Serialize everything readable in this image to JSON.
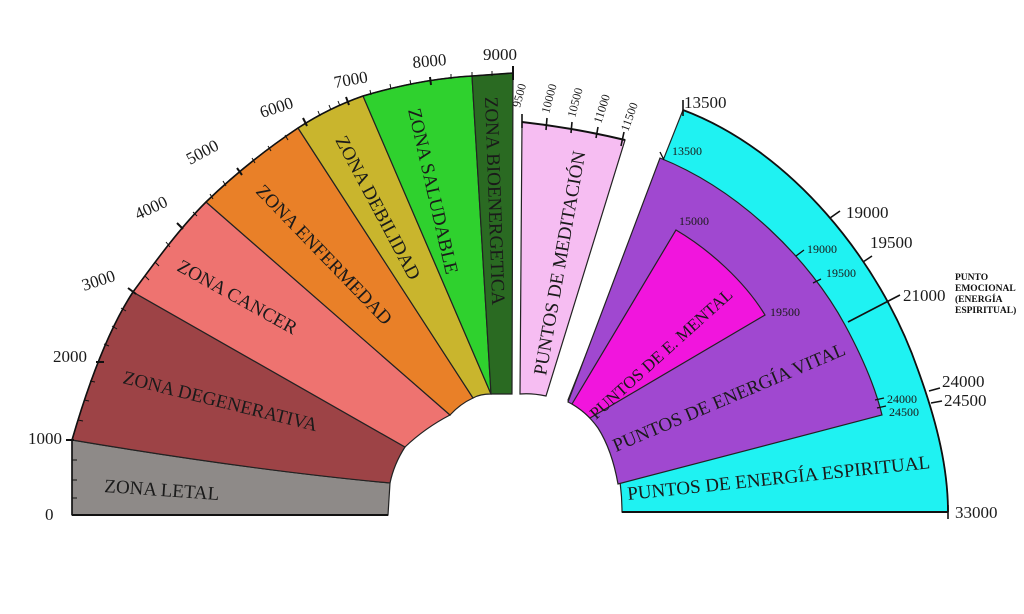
{
  "zones": [
    {
      "id": "letal",
      "label": "ZONA LETAL",
      "color": "#8e8a88"
    },
    {
      "id": "degenerativa",
      "label": "ZONA DEGENERATIVA",
      "color": "#9d4346"
    },
    {
      "id": "cancer",
      "label": "ZONA CANCER",
      "color": "#ee7370"
    },
    {
      "id": "enfermedad",
      "label": "ZONA ENFERMEDAD",
      "color": "#e98028"
    },
    {
      "id": "debilidad",
      "label": "ZONA DEBILIDAD",
      "color": "#c9b52d"
    },
    {
      "id": "saludable",
      "label": "ZONA SALUDABLE",
      "color": "#2fd12e"
    },
    {
      "id": "bioenergetica",
      "label": "ZONA BIOENERGETICA",
      "color": "#2a6a22"
    },
    {
      "id": "meditacion",
      "label": "PUNTOS DE MEDITACIÓN",
      "color": "#f6bdf2"
    },
    {
      "id": "espiritual",
      "label": "PUNTOS DE ENERGÍA ESPIRITUAL",
      "color": "#1ff2f2"
    },
    {
      "id": "vital",
      "label": "PUNTOS DE ENERGÍA VITAL",
      "color": "#a048d0"
    },
    {
      "id": "mental",
      "label": "PUNTOS DE E. MENTAL",
      "color": "#f115dd"
    }
  ],
  "scale_left": [
    "0",
    "1000",
    "2000",
    "3000",
    "4000",
    "5000",
    "6000",
    "7000",
    "8000",
    "9000"
  ],
  "scale_meditation": [
    "9500",
    "10000",
    "10500",
    "11000",
    "11500"
  ],
  "scale_outer_right": {
    "a": "13500",
    "b": "19000",
    "c": "19500",
    "d": "21000",
    "e": "24000",
    "f": "24500",
    "g": "33000"
  },
  "scale_vital": {
    "a": "13500",
    "b": "19000",
    "c": "19500",
    "d": "24000",
    "e": "24500"
  },
  "scale_mental": {
    "a": "15000",
    "b": "19500"
  },
  "note": {
    "line1": "PUNTO",
    "line2": "EMOCIONAL",
    "line3": "(ENERGÍA",
    "line4": "ESPIRITUAL)"
  }
}
